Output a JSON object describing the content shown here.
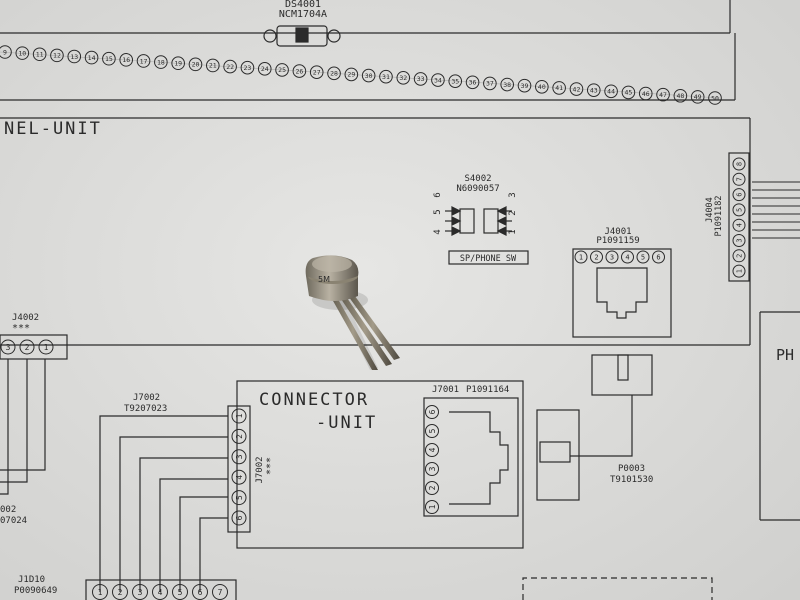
{
  "photo": {
    "paper_color": "#dcdcda",
    "ink_color": "#2b2b2b",
    "object": "transistor-to18-package"
  },
  "top_connector": {
    "ref": "DS4001",
    "part": "NCM1704A",
    "pins": [
      "9",
      "10",
      "11",
      "12",
      "13",
      "14",
      "15",
      "16",
      "17",
      "18",
      "19",
      "20",
      "21",
      "22",
      "23",
      "24",
      "25",
      "26",
      "27",
      "28",
      "29",
      "30",
      "31",
      "32",
      "33",
      "34",
      "35",
      "36",
      "37",
      "38",
      "39",
      "40",
      "41",
      "42",
      "43",
      "44",
      "45",
      "46",
      "47",
      "48",
      "49",
      "50"
    ]
  },
  "panel_unit": {
    "label": "NEL-UNIT"
  },
  "switch": {
    "ref": "S4002",
    "part": "N6090057",
    "label": "SP/PHONE SW",
    "pins_left": [
      "6",
      "5",
      "4"
    ],
    "pins_right": [
      "3",
      "2",
      "1"
    ]
  },
  "j4001": {
    "ref": "J4001",
    "part": "P1091159",
    "pins": [
      "1",
      "2",
      "3",
      "4",
      "5",
      "6"
    ]
  },
  "j4004": {
    "ref": "J4004",
    "part": "P1091182",
    "pins": [
      "8",
      "7",
      "6",
      "5",
      "4",
      "3",
      "2",
      "1"
    ]
  },
  "j4002": {
    "ref": "J4002",
    "note": "***",
    "pins": [
      "3",
      "2",
      "1"
    ]
  },
  "connector_unit": {
    "label_line1": "CONNECTOR",
    "label_line2": "-UNIT"
  },
  "j7001": {
    "ref": "J7001",
    "part": "P1091164",
    "pins": [
      "6",
      "5",
      "4",
      "3",
      "2",
      "1"
    ]
  },
  "j7002": {
    "ref": "J7002",
    "part": "T9207023",
    "note": "***",
    "pins": [
      "1",
      "2",
      "3",
      "4",
      "5",
      "6"
    ]
  },
  "j7002_side_label": "J7002",
  "left_fragment": {
    "line1": "002",
    "line2": "07024"
  },
  "p0003": {
    "ref": "P0003",
    "part": "T9101530"
  },
  "j1010": {
    "ref": "J1D10",
    "part": "P0090649",
    "pins": [
      "1",
      "2",
      "3",
      "4",
      "5",
      "6",
      "7"
    ]
  },
  "right_fragment": {
    "text": "PH"
  }
}
